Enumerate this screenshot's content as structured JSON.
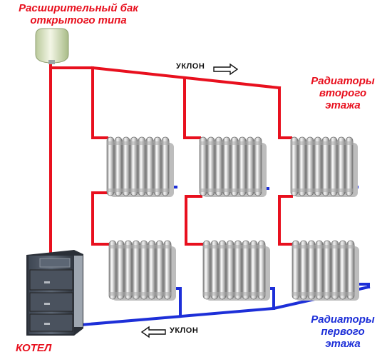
{
  "labels": {
    "expansion_tank": [
      "Расширительный бак",
      "открытого типа"
    ],
    "upper_radiators": [
      "Радиаторы",
      "второго",
      "этажа"
    ],
    "lower_radiators": [
      "Радиаторы",
      "первого",
      "этажа"
    ],
    "boiler": "КОТЕЛ",
    "slope_top": "УКЛОН",
    "slope_bottom": "УКЛОН"
  },
  "colors": {
    "supply_pipe": "#e8101e",
    "return_pipe": "#1d2fd8",
    "label_red": "#e8101e",
    "label_blue": "#1d2fd8"
  }
}
